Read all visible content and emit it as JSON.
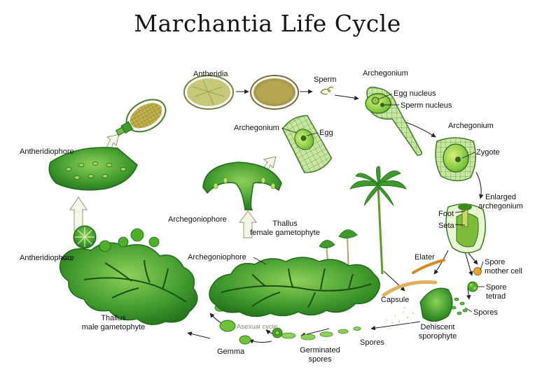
{
  "title": "Marchantia Life Cycle",
  "labels": {
    "antheridia": "Antheridia",
    "sperm": "Sperm",
    "archegonium_top": "Archegonium",
    "egg_nucleus": "Egg nucleus",
    "sperm_nucleus": "Sperm nucleus",
    "archegonium_egg": "Archegonium",
    "egg": "Egg",
    "archegonium_zygote": "Archegonium",
    "zygote": "Zygote",
    "antheridiophore_upper": "Antheridiophore",
    "antheridiophore_lower": "Antheridiophore",
    "archegoniophore_upper": "Archegoniophore",
    "archegoniophore_lower": "Archegoniophore",
    "thallus_female_1": "Thallus",
    "thallus_female_2": "female gametophyte",
    "enlarged_archegonium_1": "Enlarged",
    "enlarged_archegonium_2": "archegonium",
    "foot": "Foot",
    "seta": "Seta",
    "elater": "Elater",
    "spore_mother_cell_1": "Spore",
    "spore_mother_cell_2": "mother cell",
    "spore_tetrad_1": "Spore",
    "spore_tetrad_2": "tetrad",
    "spores_right": "Spores",
    "capsule": "Capsule",
    "dehiscent_1": "Dehiscent",
    "dehiscent_2": "sporophyte",
    "spores_bottom": "Spores",
    "germinated_1": "Germinated",
    "germinated_2": "spores",
    "gemma": "Gemma",
    "asexual_cycle": "Asexual cycle",
    "thallus_male_1": "Thallus",
    "thallus_male_2": "male gametophyte"
  },
  "colors": {
    "leaf_dark": "#1f6a1a",
    "leaf_mid": "#3f9a2c",
    "leaf_light": "#8ccf5a",
    "cell_fill": "#c9e6a0",
    "antheridium_fill": "#b8a84a",
    "arrow_fill": "#f4f7e6"
  }
}
